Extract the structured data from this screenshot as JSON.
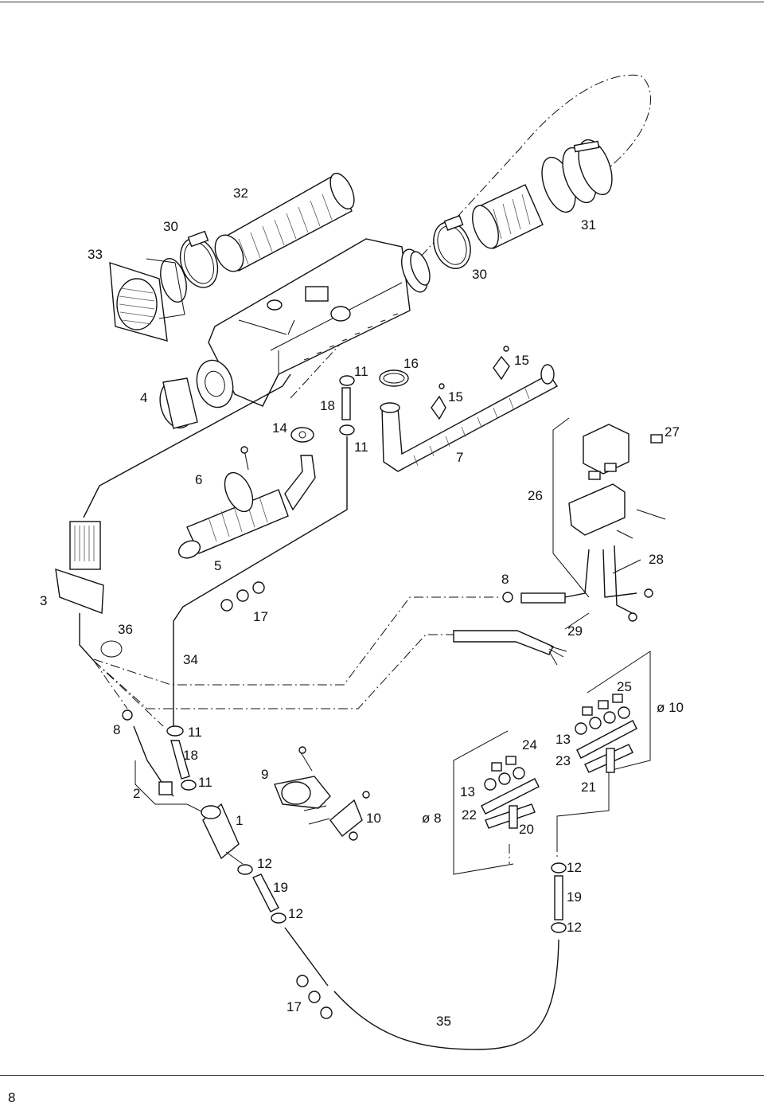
{
  "page_number": "8",
  "labels": [
    {
      "id": "label-32",
      "text": "32"
    },
    {
      "id": "label-30-top",
      "text": "30"
    },
    {
      "id": "label-33",
      "text": "33"
    },
    {
      "id": "label-31",
      "text": "31"
    },
    {
      "id": "label-30-right",
      "text": "30"
    },
    {
      "id": "label-16",
      "text": "16"
    },
    {
      "id": "label-15-a",
      "text": "15"
    },
    {
      "id": "label-15-b",
      "text": "15"
    },
    {
      "id": "label-11-a",
      "text": "11"
    },
    {
      "id": "label-4",
      "text": "4"
    },
    {
      "id": "label-18-top",
      "text": "18"
    },
    {
      "id": "label-14",
      "text": "14"
    },
    {
      "id": "label-11-b",
      "text": "11"
    },
    {
      "id": "label-7",
      "text": "7"
    },
    {
      "id": "label-27",
      "text": "27"
    },
    {
      "id": "label-6",
      "text": "6"
    },
    {
      "id": "label-26",
      "text": "26"
    },
    {
      "id": "label-5",
      "text": "5"
    },
    {
      "id": "label-28",
      "text": "28"
    },
    {
      "id": "label-8-top",
      "text": "8"
    },
    {
      "id": "label-3",
      "text": "3"
    },
    {
      "id": "label-17-top",
      "text": "17"
    },
    {
      "id": "label-36",
      "text": "36"
    },
    {
      "id": "label-29",
      "text": "29"
    },
    {
      "id": "label-34",
      "text": "34"
    },
    {
      "id": "label-25",
      "text": "25"
    },
    {
      "id": "label-o10",
      "text": "ø 10"
    },
    {
      "id": "label-8-left",
      "text": "8"
    },
    {
      "id": "label-11-c",
      "text": "11"
    },
    {
      "id": "label-24",
      "text": "24"
    },
    {
      "id": "label-13-a",
      "text": "13"
    },
    {
      "id": "label-18-low",
      "text": "18"
    },
    {
      "id": "label-23",
      "text": "23"
    },
    {
      "id": "label-9",
      "text": "9"
    },
    {
      "id": "label-11-d",
      "text": "11"
    },
    {
      "id": "label-2",
      "text": "2"
    },
    {
      "id": "label-21",
      "text": "21"
    },
    {
      "id": "label-13-b",
      "text": "13"
    },
    {
      "id": "label-1",
      "text": "1"
    },
    {
      "id": "label-10",
      "text": "10"
    },
    {
      "id": "label-o8",
      "text": "ø 8"
    },
    {
      "id": "label-22",
      "text": "22"
    },
    {
      "id": "label-20",
      "text": "20"
    },
    {
      "id": "label-12-a",
      "text": "12"
    },
    {
      "id": "label-12-b",
      "text": "12"
    },
    {
      "id": "label-19-a",
      "text": "19"
    },
    {
      "id": "label-19-b",
      "text": "19"
    },
    {
      "id": "label-12-c",
      "text": "12"
    },
    {
      "id": "label-12-d",
      "text": "12"
    },
    {
      "id": "label-17-bottom",
      "text": "17"
    },
    {
      "id": "label-35",
      "text": "35"
    }
  ]
}
